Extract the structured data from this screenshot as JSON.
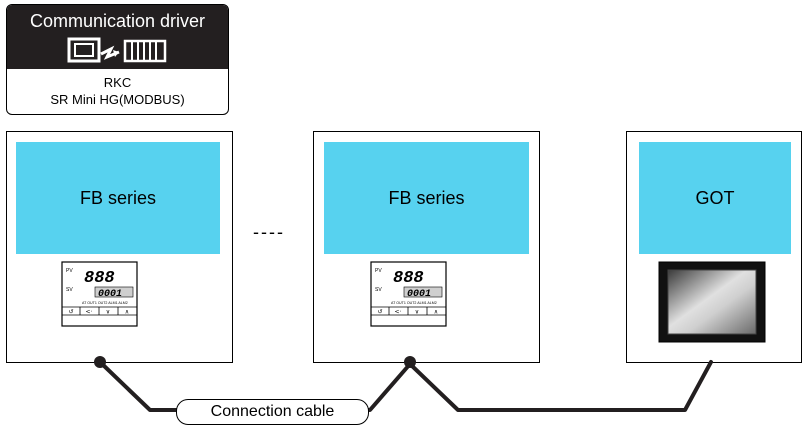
{
  "driver": {
    "title": "Communication driver",
    "manufacturer": "RKC",
    "model": "SR Mini HG(MODBUS)",
    "icon": "communication-driver-icon"
  },
  "devices": [
    {
      "label": "FB series",
      "kind": "temperature-controller"
    },
    {
      "label": "FB series",
      "kind": "temperature-controller"
    },
    {
      "label": "GOT",
      "kind": "got-panel"
    }
  ],
  "controller_display": {
    "pv_tag": "PV",
    "sv_tag": "SV",
    "pv_value": "888",
    "sv_value": "0001",
    "indicators": "AT  OUT1 OUT2 ALM1 ALM2",
    "key_symbols": [
      "↺",
      "<·",
      "∨",
      "∧"
    ]
  },
  "ellipsis": "----",
  "cable": {
    "label": "Connection cable"
  },
  "colors": {
    "label_fill": "#57d2ef",
    "header_fill": "#231f20",
    "line": "#231f20"
  }
}
